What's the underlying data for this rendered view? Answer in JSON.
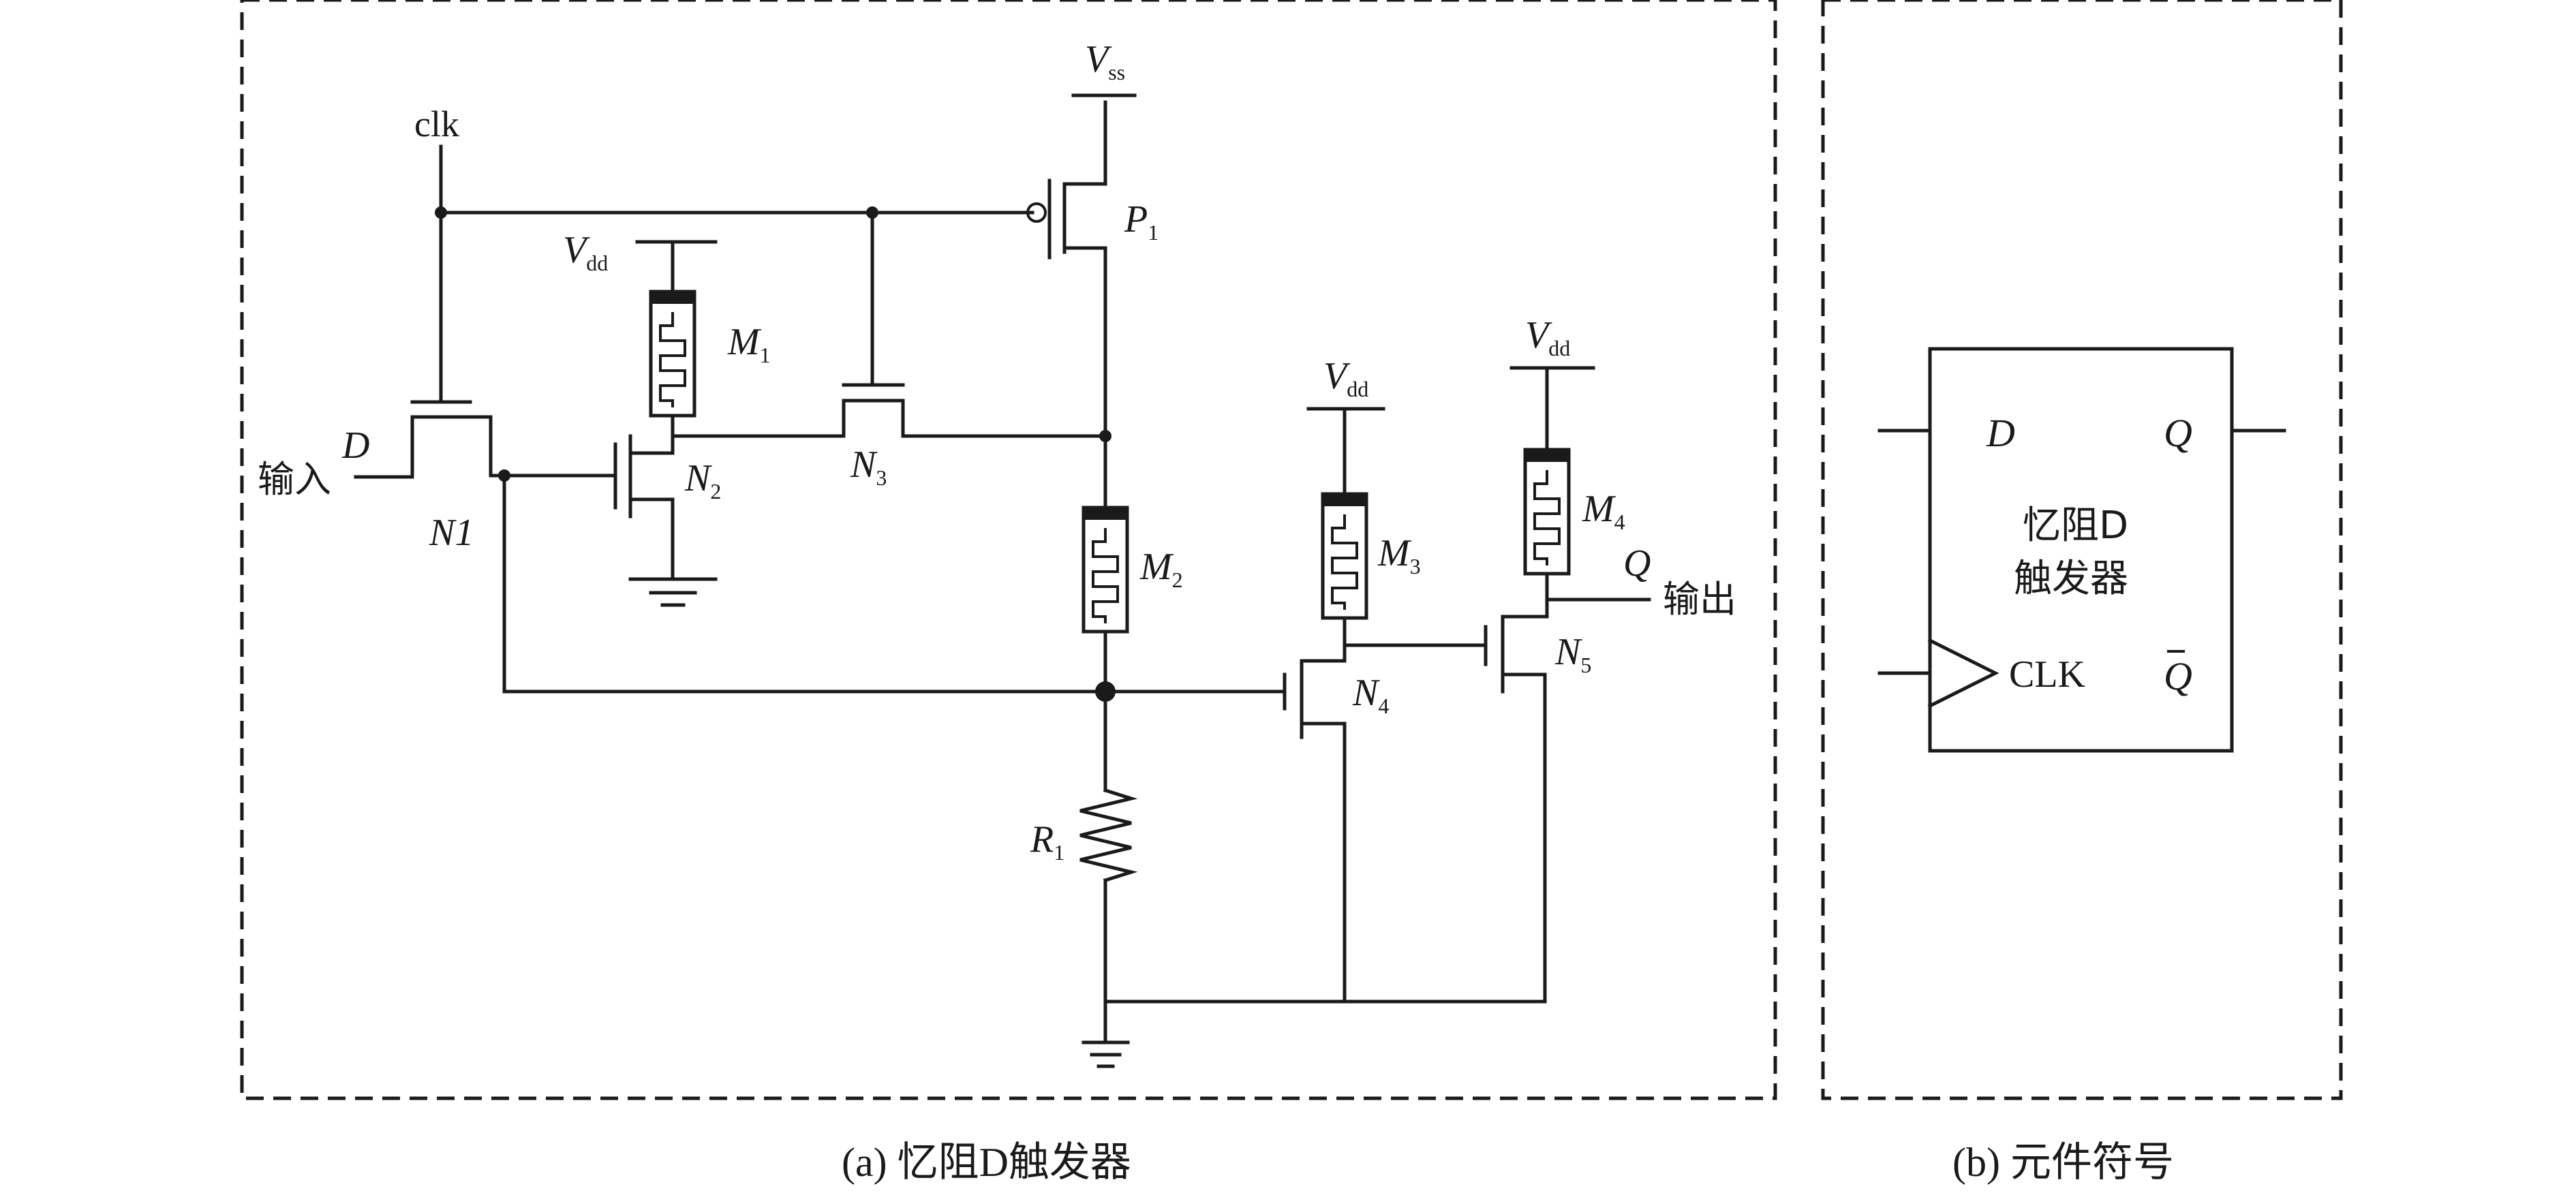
{
  "panel_a": {
    "caption": "(a) 忆阻D触发器",
    "labels": {
      "clk": "clk",
      "vss": "V",
      "vss_sub": "ss",
      "vdd": "V",
      "vdd_sub": "dd",
      "p1": "P",
      "p1_sub": "1",
      "m1": "M",
      "m1_sub": "1",
      "m2": "M",
      "m2_sub": "2",
      "m3": "M",
      "m3_sub": "3",
      "m4": "M",
      "m4_sub": "4",
      "n1": "N1",
      "n2": "N",
      "n2_sub": "2",
      "n3": "N",
      "n3_sub": "3",
      "n4": "N",
      "n4_sub": "4",
      "n5": "N",
      "n5_sub": "5",
      "r1": "R",
      "r1_sub": "1",
      "d": "D",
      "input": "输入",
      "q": "Q",
      "output": "输出"
    }
  },
  "panel_b": {
    "caption": "(b) 元件符号",
    "labels": {
      "d": "D",
      "q": "Q",
      "qbar": "Q",
      "clk": "CLK",
      "title_line1": "忆阻D",
      "title_line2": "触发器"
    }
  }
}
